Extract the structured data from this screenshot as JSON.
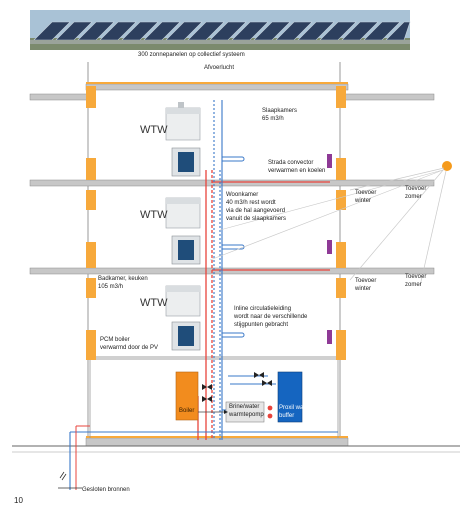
{
  "colors": {
    "orange": "#f7a93b",
    "floor": "#c7c7c7",
    "floor_dark": "#8a8a8a",
    "supply_air": "#e8443c",
    "return_air": "#3a78c8",
    "purple": "#8e3a96",
    "boiler": "#f28c1e",
    "tank": "#1565c0",
    "sun": "#f59a1b"
  },
  "icons": {
    "solar_panel": "solar-panels-image",
    "wtw_unit": "ventilation-unit-icon",
    "pcm_boiler": "pcm-boiler-icon",
    "convector": "strada-convector-icon",
    "valve": "valve-icon",
    "pump": "pump-icon",
    "sun": "sun-icon"
  },
  "labels": {
    "solar": "300 zonnepanelen op collectief systeem",
    "exhaust": "Afvoerlucht",
    "bedrooms_line1": "Slaapkamers",
    "bedrooms_line2": "65 m3/h",
    "convector_line1": "Strada convector",
    "convector_line2": "verwarmen en koelen",
    "supply_winter_1_line1": "Toevoer",
    "supply_winter_1_line2": "winter",
    "supply_summer_1_line1": "Toevoer",
    "supply_summer_1_line2": "zomer",
    "living_line1": "Woonkamer",
    "living_line2": "40 m3/h rest wordt",
    "living_line3": "via de hal aangevoerd",
    "living_line4": "vanuit de slaapkamers",
    "bath_line1": "Badkamer, keuken",
    "bath_line2": "105 m3/h",
    "supply_winter_2_line1": "Toevoer",
    "supply_winter_2_line2": "winter",
    "supply_summer_2_line1": "Toevoer",
    "supply_summer_2_line2": "zomer",
    "inline_line1": "Inline circulatieleiding",
    "inline_line2": "wordt naar de verschillende",
    "inline_line3": "stijgpunten gebracht",
    "pcm_line1": "PCM boiler",
    "pcm_line2": "verwarmd door de PV",
    "boiler": "Boiler",
    "heatpump_line1": "Brine/water",
    "heatpump_line2": "warmtepomp",
    "buffer_line1": "Proxil water",
    "buffer_line2": "buffer",
    "wells": "Gesloten bronnen",
    "wtw_1": "WTW",
    "wtw_2": "WTW",
    "wtw_3": "WTW",
    "page_number": "10"
  }
}
